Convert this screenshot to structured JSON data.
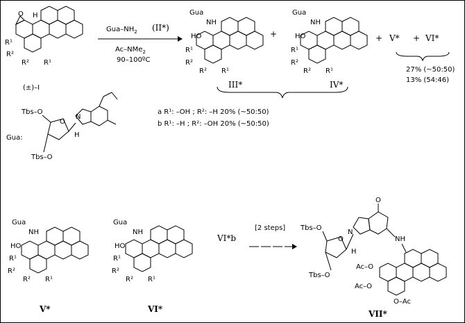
{
  "scheme": {
    "reagents": {
      "line1": "Gua–NH",
      "line1_sub": "2",
      "catalyst": "(II*)",
      "line2": "Ac–NMe",
      "line2_sub": "2",
      "line3": "90–100ºC"
    },
    "compound_I_label": "(±)–I",
    "gua_label": "Gua:",
    "gua_fragments": {
      "tbs_top": "Tbs–O",
      "tbs_bottom": "Tbs–O",
      "n": "N",
      "o_ring": "O",
      "h": "H"
    },
    "product_III_label": "III*",
    "product_IV_label": "IV*",
    "plus": "+",
    "product_V_label": "V*",
    "product_VI_label": "VI*",
    "yields_V_VI": [
      "27% (~50:50)",
      "13% (54:46)"
    ],
    "variants": [
      "a  R¹: –OH ; R²: –H    20% (~50:50)",
      "b  R¹: –H ; R²: –OH    20% (~50:50)"
    ],
    "atoms": {
      "gua": "Gua",
      "nh": "NH",
      "ho": "HO",
      "r1": "R¹",
      "r2": "R²",
      "o": "O",
      "h": "H"
    },
    "bottom": {
      "label_V": "V*",
      "label_VI": "VI*",
      "start": "VI*b",
      "steps": "[2 steps]",
      "label_VII": "VII*",
      "tbs_top": "Tbs–O",
      "tbs_bottom": "Tbs–O",
      "nh": "NH",
      "ac1": "Ac–O",
      "ac2": "Ac–O",
      "oac": "O–Ac",
      "o": "O",
      "h": "H",
      "n": "N"
    }
  }
}
